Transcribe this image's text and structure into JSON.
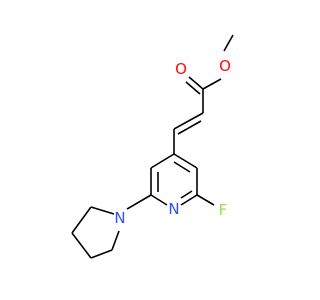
{
  "molecule": {
    "atoms": [
      {
        "id": "o_ether",
        "symbol": "O",
        "color": "#ff0d0d"
      },
      {
        "id": "o_carbonyl",
        "symbol": "O",
        "color": "#ff0d0d"
      },
      {
        "id": "n_pyridine",
        "symbol": "N",
        "color": "#3050f8"
      },
      {
        "id": "n_pyrrolidine",
        "symbol": "N",
        "color": "#3050f8"
      },
      {
        "id": "f",
        "symbol": "F",
        "color": "#90e050"
      }
    ]
  }
}
